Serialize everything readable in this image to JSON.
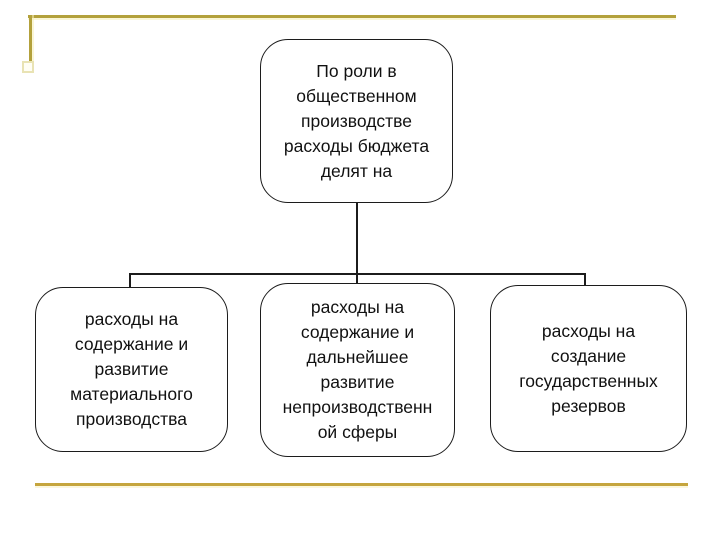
{
  "slide": {
    "colors": {
      "accent_top": "#b3a13c",
      "accent_bottom": "#c5a53e",
      "connector": "#1c1c1c",
      "background": "#ffffff",
      "text": "#111111"
    },
    "diagram": {
      "root": {
        "text": "По роли в\nобщественном\nпроизводстве\nрасходы бюджета\nделят на"
      },
      "children": [
        {
          "text": "расходы на\nсодержание и\nразвитие\nматериального\nпроизводства"
        },
        {
          "text": "расходы на\nсодержание и\nдальнейшее\nразвитие\nнепроизводственн\nой сферы"
        },
        {
          "text": "расходы на\nсоздание\nгосударственных\nрезервов"
        }
      ]
    }
  }
}
